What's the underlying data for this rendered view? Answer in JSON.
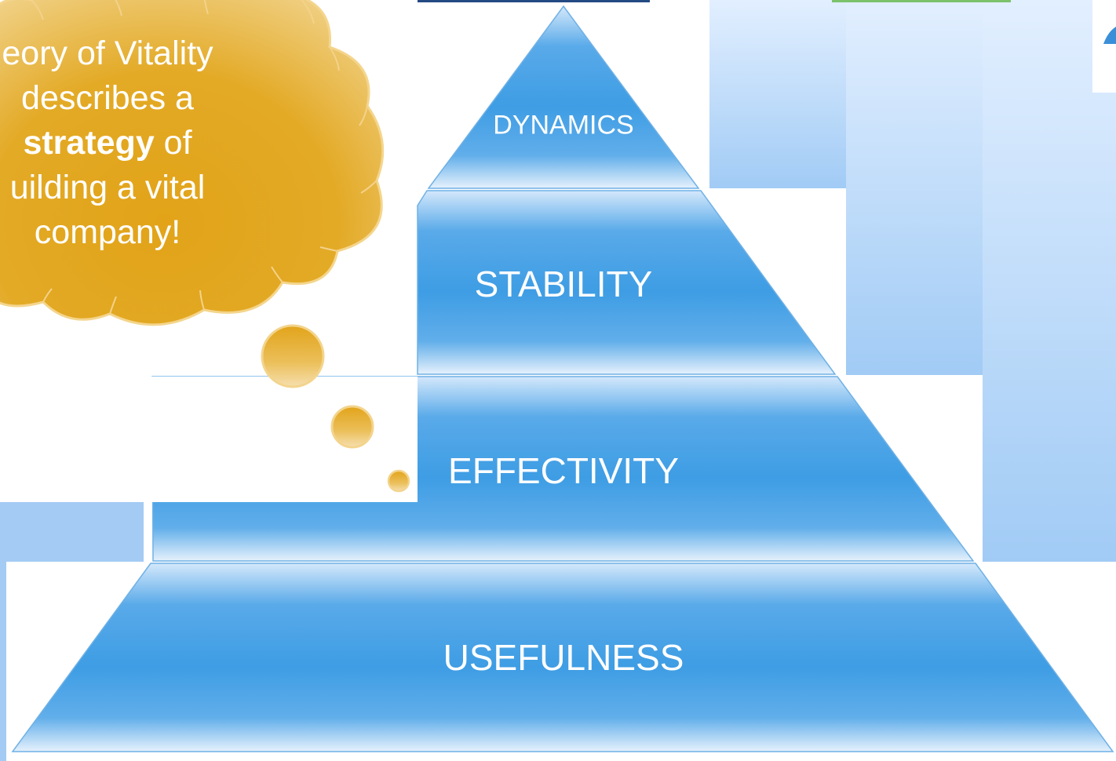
{
  "pyramid": {
    "levels": [
      {
        "label": "DYNAMICS"
      },
      {
        "label": "STABILITY"
      },
      {
        "label": "EFFECTIVITY"
      },
      {
        "label": "USEFULNESS"
      }
    ]
  },
  "thought_bubble": {
    "line1": "eory of Vitality",
    "line2": "describes a",
    "line3_bold": "strategy",
    "line3_rest": " of",
    "line4": "uilding a vital",
    "line5": "company!"
  },
  "colors": {
    "pyramid_blue": "#3f9ee5",
    "pyramid_light": "#cfe5fa",
    "cloud_gold": "#e2a81e",
    "cloud_light": "#f3d594",
    "background_light_blue": "#a9cff5"
  }
}
